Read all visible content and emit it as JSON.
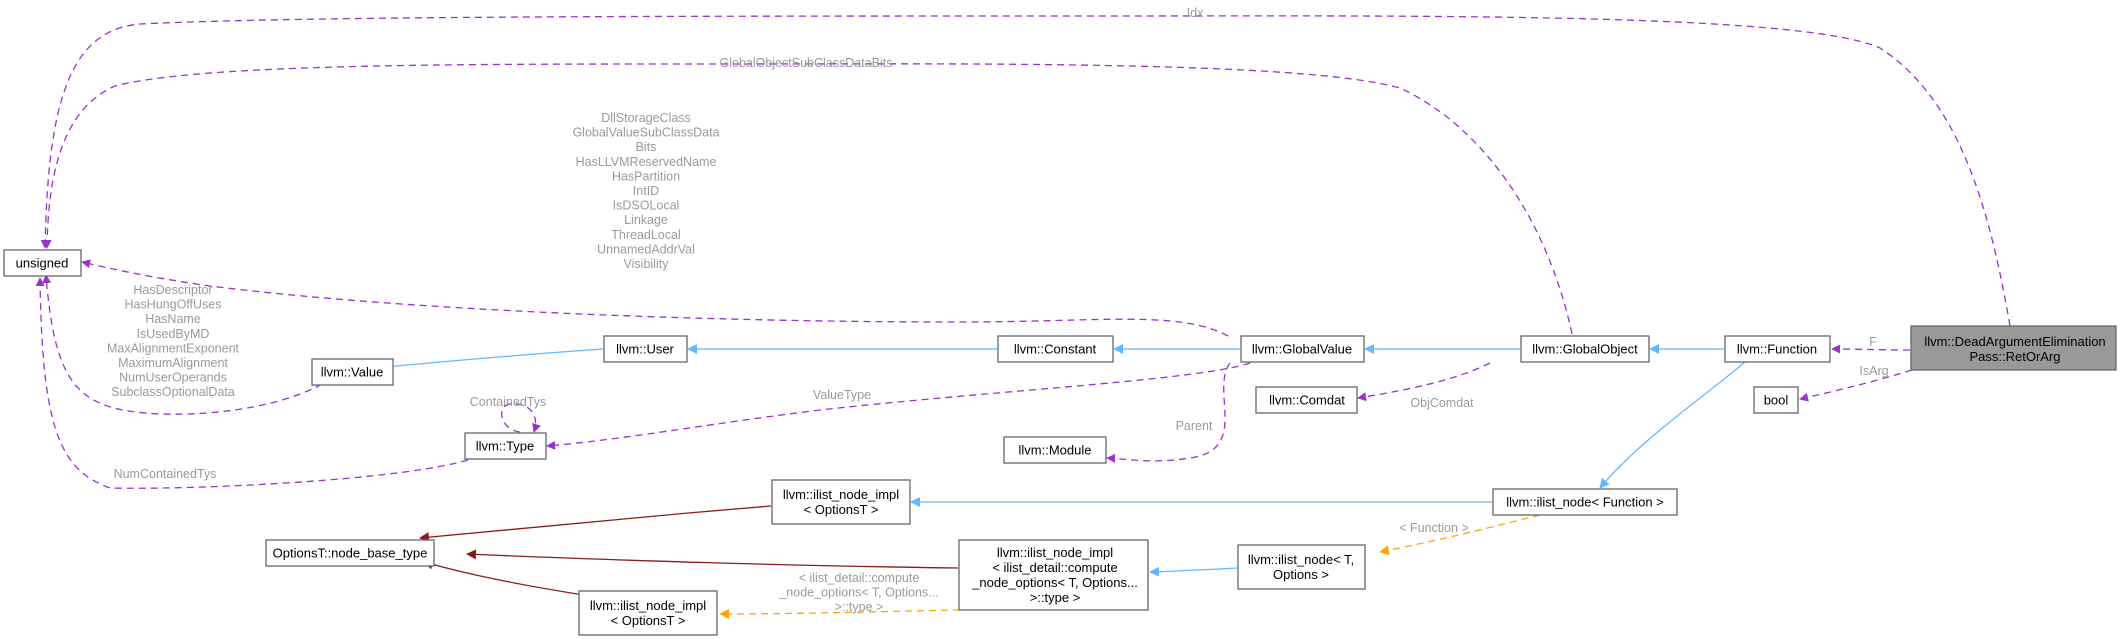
{
  "nodes": {
    "unsigned": {
      "lines": [
        "unsigned"
      ]
    },
    "value": {
      "lines": [
        "llvm::Value"
      ]
    },
    "user": {
      "lines": [
        "llvm::User"
      ]
    },
    "constant": {
      "lines": [
        "llvm::Constant"
      ]
    },
    "globalvalue": {
      "lines": [
        "llvm::GlobalValue"
      ]
    },
    "globalobject": {
      "lines": [
        "llvm::GlobalObject"
      ]
    },
    "function": {
      "lines": [
        "llvm::Function"
      ]
    },
    "retorarg": {
      "lines": [
        "llvm::DeadArgumentElimination",
        "Pass::RetOrArg"
      ]
    },
    "bool": {
      "lines": [
        "bool"
      ]
    },
    "comdat": {
      "lines": [
        "llvm::Comdat"
      ]
    },
    "type": {
      "lines": [
        "llvm::Type"
      ]
    },
    "module": {
      "lines": [
        "llvm::Module"
      ]
    },
    "ilist_node_impl_opt": {
      "lines": [
        "llvm::ilist_node_impl",
        "< OptionsT >"
      ]
    },
    "ilist_node_function": {
      "lines": [
        "llvm::ilist_node< Function >"
      ]
    },
    "node_base_type": {
      "lines": [
        "OptionsT::node_base_type"
      ]
    },
    "ilist_node_impl_compute": {
      "lines": [
        "llvm::ilist_node_impl",
        "< ilist_detail::compute",
        "_node_options< T, Options...",
        ">::type >"
      ]
    },
    "ilist_node_t_options": {
      "lines": [
        "llvm::ilist_node< T,",
        "Options >"
      ]
    },
    "ilist_node_impl_opt2": {
      "lines": [
        "llvm::ilist_node_impl",
        "< OptionsT >"
      ]
    }
  },
  "edge_labels": {
    "idx": [
      "Idx"
    ],
    "gosub": [
      "GlobalObjectSubClassDataBits"
    ],
    "gv_fields": [
      "DllStorageClass",
      "GlobalValueSubClassData",
      "Bits",
      "HasLLVMReservedName",
      "HasPartition",
      "IntID",
      "IsDSOLocal",
      "Linkage",
      "ThreadLocal",
      "UnnamedAddrVal",
      "Visibility"
    ],
    "value_fields": [
      "HasDescriptor",
      "HasHungOffUses",
      "HasName",
      "IsUsedByMD",
      "MaxAlignmentExponent",
      "MaximumAlignment",
      "NumUserOperands",
      "SubclassOptionalData"
    ],
    "numcontained": [
      "NumContainedTys"
    ],
    "containedtys": [
      "ContainedTys"
    ],
    "valuetype": [
      "ValueType"
    ],
    "objcomdat": [
      "ObjComdat"
    ],
    "parent": [
      "Parent"
    ],
    "f": [
      "F"
    ],
    "isarg": [
      "IsArg"
    ],
    "function_tpl": [
      "< Function >"
    ],
    "compute_tpl": [
      "< ilist_detail::compute",
      "_node_options< T, Options...",
      ">::type >"
    ]
  },
  "colors": {
    "usage_edge": "#9a32cd",
    "inheritance_edge": "#63b8ff",
    "private_inheritance_edge": "#8b1a1a",
    "template_edge": "#ffa500",
    "focus_node": "#999999",
    "edge_label": "#9a9a9a"
  }
}
